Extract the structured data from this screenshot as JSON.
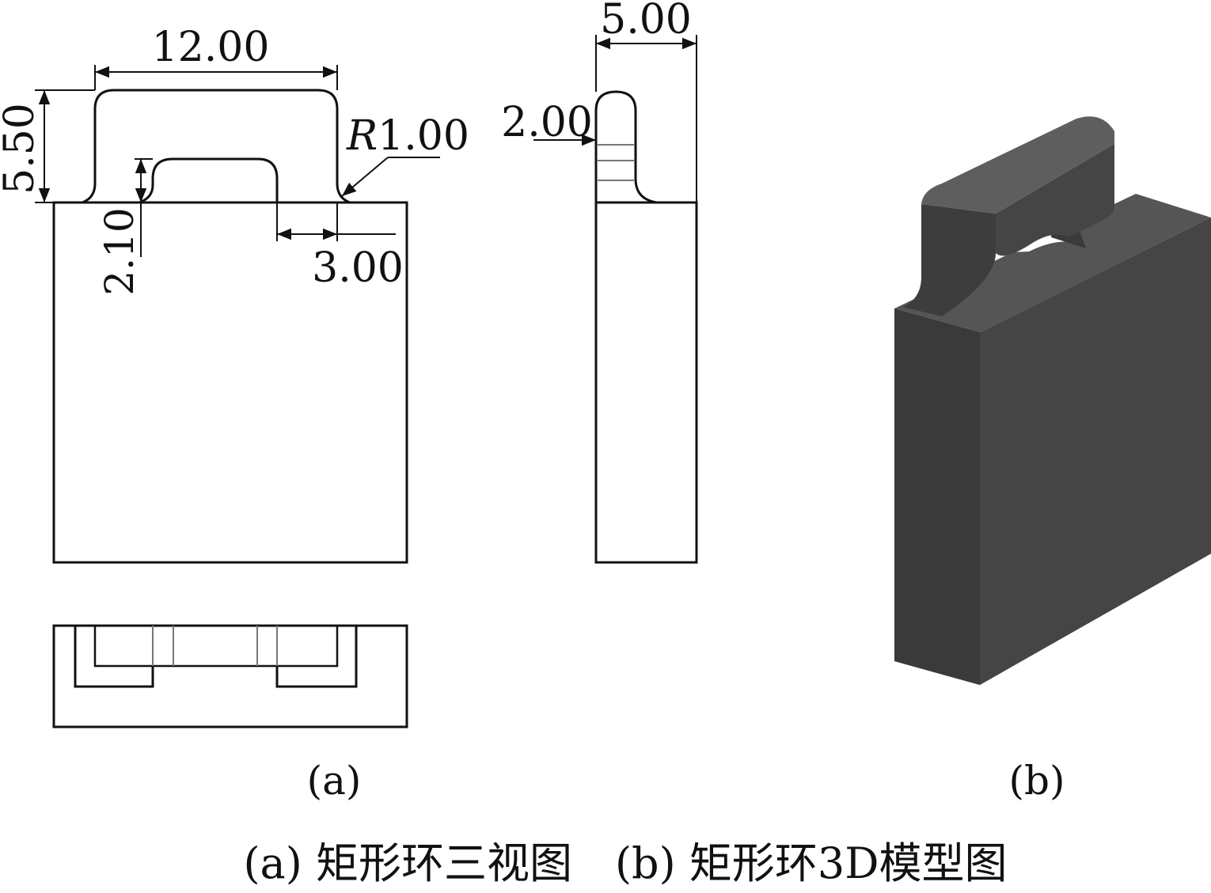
{
  "front_view": {
    "dims": {
      "width": "12.00",
      "height": "5.50",
      "radius_prefix": "R",
      "radius_value": "1.00",
      "inner_height": "2.10",
      "offset": "3.00"
    }
  },
  "side_view": {
    "dims": {
      "width": "5.00",
      "thickness": "2.00"
    }
  },
  "labels": {
    "a": "(a)",
    "b": "(b)"
  },
  "caption": "(a) 矩形环三视图　(b) 矩形环3D模型图",
  "model_colors": {
    "front": "#3a3a3a",
    "top": "#555555",
    "side": "#454545",
    "handle_top": "#5e5e5e",
    "handle_front": "#3d3d3d"
  }
}
